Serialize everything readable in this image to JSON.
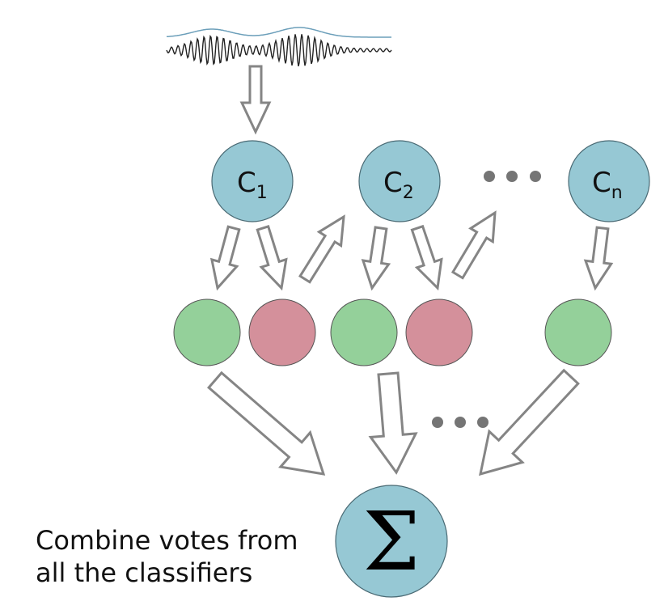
{
  "colors": {
    "classifier_fill": "#96c8d4",
    "correct_vote": "#94d09a",
    "wrong_vote": "#d4909b",
    "arrow_stroke": "#858585",
    "dot": "#757575",
    "envelope": "#6c9fba"
  },
  "classifiers": [
    {
      "letter": "C",
      "subscript": "1"
    },
    {
      "letter": "C",
      "subscript": "2"
    },
    {
      "letter": "C",
      "subscript": "n"
    }
  ],
  "votes": [
    "correct",
    "wrong",
    "correct",
    "wrong",
    "correct"
  ],
  "sum_symbol": "Σ",
  "caption": {
    "line1": "Combine votes from",
    "line2": "all the classifiers"
  }
}
